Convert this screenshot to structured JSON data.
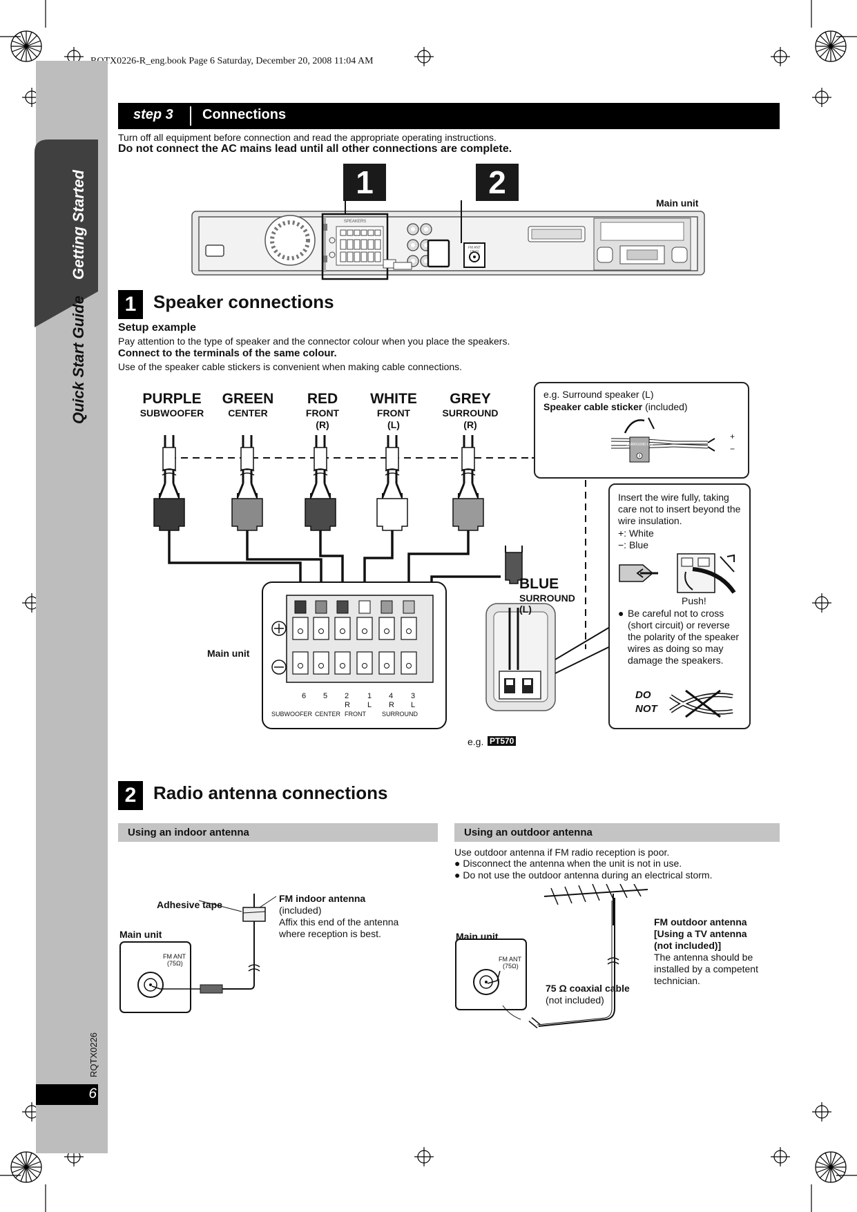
{
  "print_header": "RQTX0226-R_eng.book  Page 6  Saturday, December 20, 2008  11:04 AM",
  "sidebar": {
    "tab_label": "Getting Started",
    "guide_label": "Quick Start Guide",
    "doc_code": "RQTX0226",
    "page_number": "6"
  },
  "step_bar": {
    "step": "step 3",
    "title": "Connections"
  },
  "intro": {
    "line1": "Turn off all equipment before connection and read the appropriate operating instructions.",
    "line2": "Do not connect the AC mains lead until all other connections are complete."
  },
  "rear_panel": {
    "callout_1": "1",
    "callout_2": "2",
    "main_unit_label": "Main unit",
    "speakers_label": "SPEAKERS",
    "fm_ant_label": "FM ANT",
    "fm_ant_ohm": "(75Ω)"
  },
  "section1": {
    "number": "1",
    "title": "Speaker connections",
    "setup_heading": "Setup example",
    "setup_text": "Pay attention to the type of speaker and the connector colour when you place the speakers.",
    "connect_heading": "Connect to the terminals of the same colour.",
    "sticker_text": "Use of the speaker cable stickers is convenient when making cable connections.",
    "speakers": [
      {
        "color": "PURPLE",
        "role": "SUBWOOFER",
        "side": "",
        "fill": "#3a3a3a"
      },
      {
        "color": "GREEN",
        "role": "CENTER",
        "side": "",
        "fill": "#8a8a8a"
      },
      {
        "color": "RED",
        "role": "FRONT",
        "side": "(R)",
        "fill": "#4a4a4a"
      },
      {
        "color": "WHITE",
        "role": "FRONT",
        "side": "(L)",
        "fill": "#ffffff"
      },
      {
        "color": "GREY",
        "role": "SURROUND",
        "side": "(R)",
        "fill": "#9a9a9a"
      }
    ],
    "blue": {
      "color": "BLUE",
      "role": "SURROUND",
      "side": "(L)"
    },
    "main_unit_label": "Main unit",
    "terminal_numbers": [
      "6",
      "5",
      "2",
      "1",
      "4",
      "3"
    ],
    "terminal_sides": [
      "R",
      "L",
      "R",
      "L"
    ],
    "terminal_groups": [
      "SUBWOOFER",
      "CENTER",
      "FRONT",
      "SURROUND"
    ],
    "plus_symbol": "⊕",
    "minus_symbol": "⊖",
    "eg_label": "e.g.",
    "eg_model": "PT570",
    "sticker_box": {
      "line1": "e.g. Surround speaker (L)",
      "line2_bold": "Speaker cable sticker",
      "line2_rest": " (included)",
      "sticker_text": "SURROUND Left",
      "sticker_num": "3",
      "plus": "+",
      "minus": "−"
    },
    "wire_box": {
      "text": "Insert the wire fully, taking care not to insert beyond the wire insulation.",
      "plus_line": "+: White",
      "minus_line": "−: Blue",
      "push": "Push!",
      "caution": "Be careful not to cross (short circuit) or reverse the polarity of the speaker wires as doing so may damage the speakers.",
      "do_not_1": "DO",
      "do_not_2": "NOT"
    }
  },
  "section2": {
    "number": "2",
    "title": "Radio antenna connections",
    "indoor": {
      "header": "Using an indoor antenna",
      "adhesive_label": "Adhesive tape",
      "antenna_name": "FM indoor antenna",
      "antenna_included": "(included)",
      "antenna_note": "Affix this end of the antenna where reception is best.",
      "main_unit_label": "Main unit",
      "fm_ant": "FM ANT",
      "fm_ohm": "(75Ω)"
    },
    "outdoor": {
      "header": "Using an outdoor antenna",
      "intro": "Use outdoor antenna if FM radio reception is poor.",
      "bullet1": "Disconnect the antenna when the unit is not in use.",
      "bullet2": "Do not use the outdoor antenna during an electrical storm.",
      "main_unit_label": "Main unit",
      "fm_ant": "FM ANT",
      "fm_ohm": "(75Ω)",
      "antenna_name": "FM outdoor antenna",
      "antenna_tv1": "[Using a TV antenna",
      "antenna_tv2": "(not included)]",
      "antenna_note": "The antenna should be installed by a competent technician.",
      "cable_name": "75 Ω coaxial cable",
      "cable_note": "(not included)"
    }
  }
}
